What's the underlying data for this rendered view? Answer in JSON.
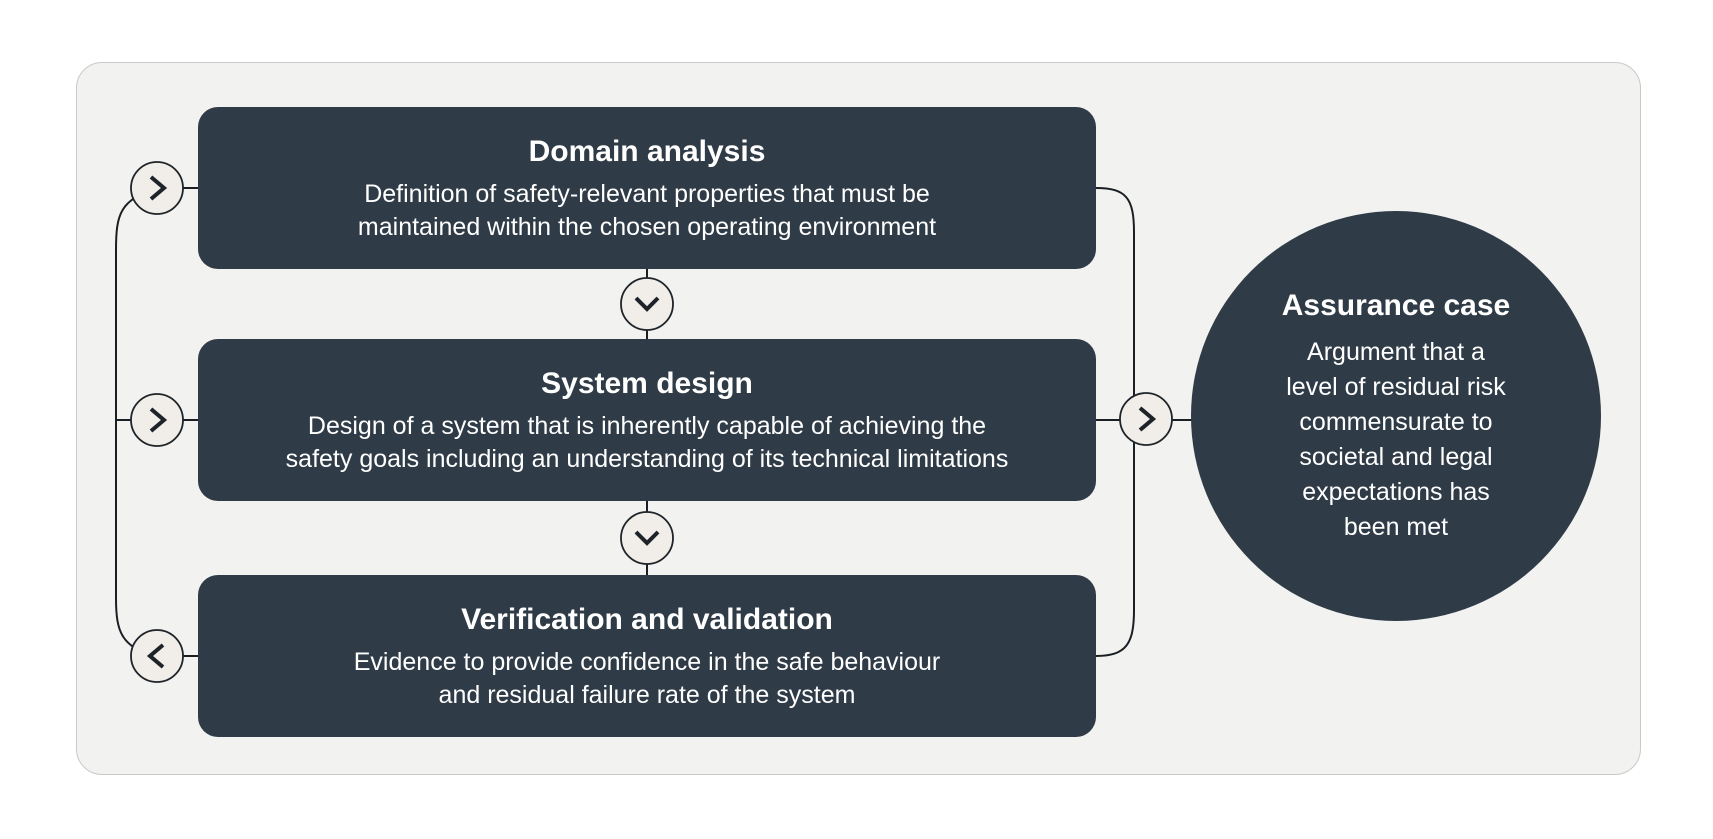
{
  "diagram": {
    "stages": [
      {
        "title": "Domain analysis",
        "description": "Definition of safety-relevant properties that must be\nmaintained within the chosen operating environment"
      },
      {
        "title": "System design",
        "description": "Design of a system that is inherently capable of achieving the\nsafety goals including an understanding of its technical limitations"
      },
      {
        "title": "Verification and validation",
        "description": "Evidence to provide confidence in the safe behaviour\nand residual failure rate of the system"
      }
    ],
    "outcome": {
      "title": "Assurance case",
      "description": "Argument that a\nlevel of residual risk\ncommensurate to\nsocietal and legal\nexpectations has\nbeen met"
    },
    "icons": [
      {
        "name": "chevron-right-icon",
        "locations": [
          "left-of-domain-analysis",
          "left-of-system-design",
          "system-design-to-assurance-case"
        ]
      },
      {
        "name": "chevron-down-icon",
        "locations": [
          "domain-analysis-to-system-design",
          "system-design-to-verification-and-validation"
        ]
      },
      {
        "name": "chevron-left-icon",
        "locations": [
          "feedback-to-verification-and-validation"
        ]
      }
    ],
    "colors": {
      "node_fill": "#2f3b46",
      "node_text": "#ffffff",
      "frame_fill": "#f2f2f0",
      "frame_border": "#c9c9c7",
      "connector_line": "#1a1f24",
      "arrow_badge_fill": "#f1eee9",
      "page_background": "#ffffff"
    }
  }
}
